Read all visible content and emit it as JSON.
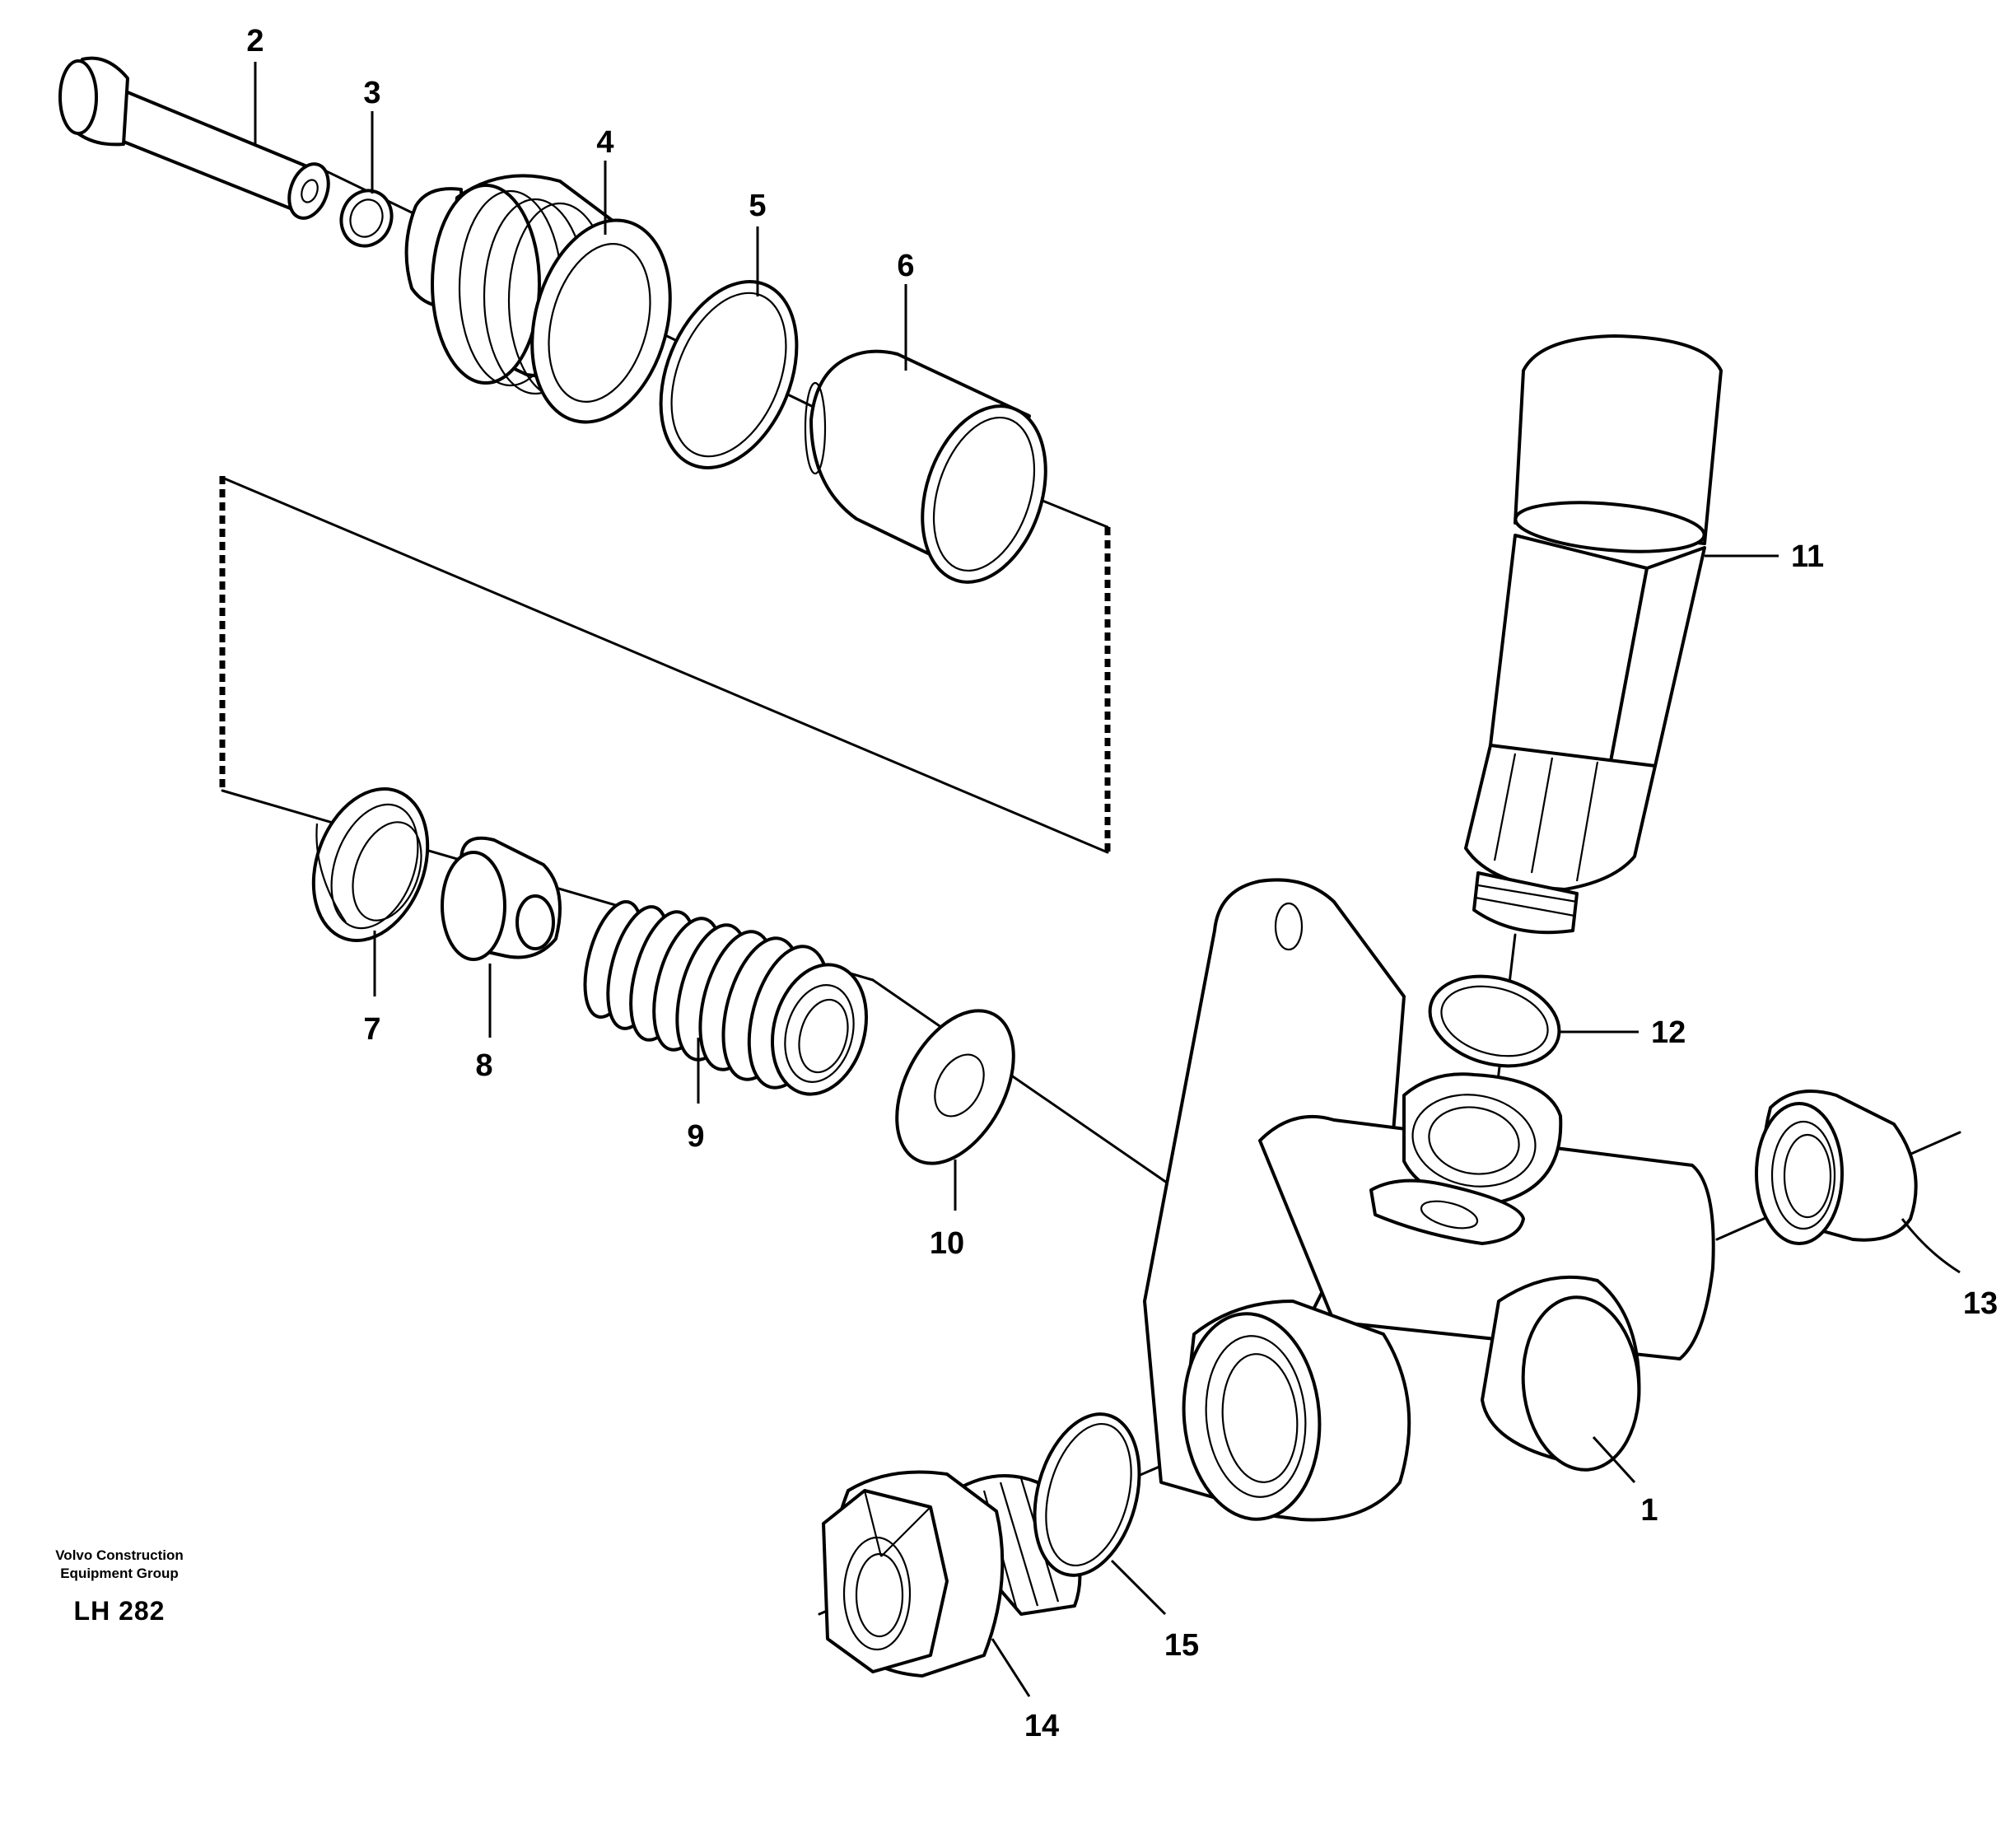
{
  "callouts": {
    "c1": "1",
    "c2": "2",
    "c3": "3",
    "c4": "4",
    "c5": "5",
    "c6": "6",
    "c7": "7",
    "c8": "8",
    "c9": "9",
    "c10": "10",
    "c11": "11",
    "c12": "12",
    "c13": "13",
    "c14": "14",
    "c15": "15"
  },
  "footer": {
    "company_line1": "Volvo Construction",
    "company_line2": "Equipment Group",
    "drawing_code": "LH 282"
  }
}
